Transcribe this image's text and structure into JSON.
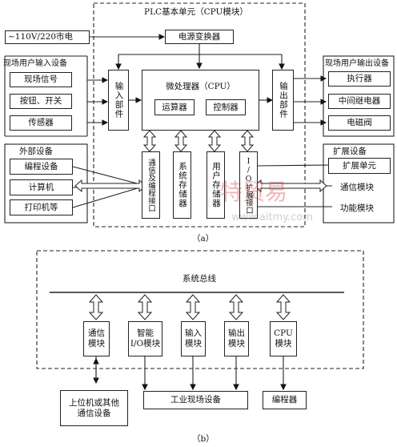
{
  "diagram_a": {
    "plc_title": "PLC基本单元（CPU模块）",
    "power_input": "~110V/220市电",
    "power_converter": "电源变换器",
    "cpu": "微处理器（CPU）",
    "alu": "运算器",
    "controller": "控制器",
    "input_unit": "输入部件",
    "output_unit": "输出部件",
    "comm_port": "通信及编程接口",
    "sys_memory": "系统存储器",
    "user_memory": "用户存储器",
    "io_port": "I/O扩展接口",
    "input_group": {
      "title": "现场用户输入设备",
      "items": [
        "现场信号",
        "按钮、开关",
        "传感器"
      ]
    },
    "output_group": {
      "title": "现场用户输出设备",
      "items": [
        "执行器",
        "中间继电器",
        "电磁阀"
      ]
    },
    "external_group": {
      "title": "外部设备",
      "items": [
        "编程设备",
        "计算机",
        "打印机等"
      ]
    },
    "expansion_group": {
      "title": "扩展设备",
      "items": [
        "扩展单元",
        "通信模块",
        "功能模块"
      ]
    },
    "caption": "（a）"
  },
  "diagram_b": {
    "bus_label": "系统总线",
    "modules": [
      "通信模块",
      "智能 I/O模块",
      "输入模块",
      "输出模块",
      "CPU模块"
    ],
    "host": "上位机或其他通信设备",
    "field": "工业现场设备",
    "programmer": "编程器",
    "caption": "（b）"
  },
  "watermark": {
    "brand": "特贸易",
    "url": "www.aitmy.com"
  }
}
